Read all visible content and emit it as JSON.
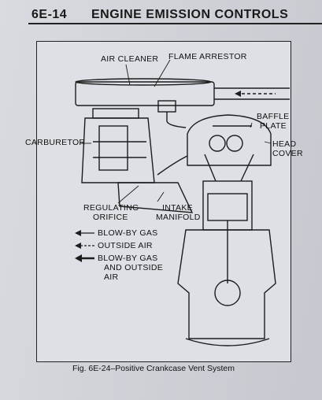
{
  "header": {
    "page_number": "6E-14",
    "section_title": "ENGINE EMISSION CONTROLS"
  },
  "figure": {
    "labels": {
      "air_cleaner": "AIR CLEANER",
      "flame_arrestor": "FLAME ARRESTOR",
      "baffle_plate_1": "BAFFLE",
      "baffle_plate_2": "PLATE",
      "carburetor": "CARBURETOR",
      "head_cover_1": "HEAD",
      "head_cover_2": "COVER",
      "regulating_orifice_1": "REGULATING",
      "regulating_orifice_2": "ORIFICE",
      "intake_manifold_1": "INTAKE",
      "intake_manifold_2": "MANIFOLD"
    },
    "legend": {
      "blow_by_gas": "BLOW-BY GAS",
      "outside_air": "OUTSIDE AIR",
      "mixed_1": "BLOW-BY GAS",
      "mixed_2": "AND OUTSIDE",
      "mixed_3": "AIR"
    },
    "caption": "Fig. 6E-24–Positive Crankcase Vent System"
  }
}
